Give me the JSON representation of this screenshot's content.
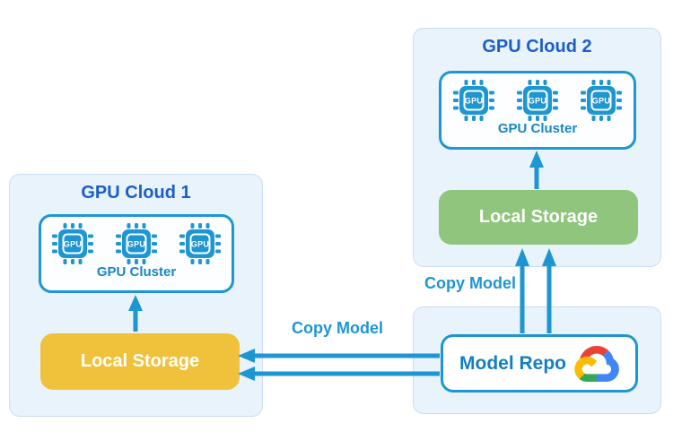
{
  "diagram": {
    "clouds": [
      {
        "title": "GPU Cloud 1",
        "cluster": {
          "label": "GPU Cluster",
          "gpu_count": 3
        },
        "storage": {
          "label": "Local Storage",
          "color": "#F0C23C"
        }
      },
      {
        "title": "GPU Cloud 2",
        "cluster": {
          "label": "GPU Cluster",
          "gpu_count": 3
        },
        "storage": {
          "label": "Local Storage",
          "color": "#8FC57C"
        }
      }
    ],
    "repo": {
      "label": "Model Repo",
      "icon": "google-cloud-logo"
    },
    "chip_label": "GPU",
    "edges": [
      {
        "from": "local-storage-1",
        "to": "gpu-cluster-1",
        "label": "",
        "lines": 1
      },
      {
        "from": "local-storage-2",
        "to": "gpu-cluster-2",
        "label": "",
        "lines": 1
      },
      {
        "from": "model-repo",
        "to": "local-storage-2",
        "label": "Copy Model",
        "lines": 2
      },
      {
        "from": "model-repo",
        "to": "local-storage-1",
        "label": "Copy Model",
        "lines": 2
      }
    ],
    "colors": {
      "arrow_blue": "#1E96D2",
      "title_blue": "#1C5EC9",
      "container_fill": "#E9F3FC",
      "container_border": "#C9DDF4",
      "storage_yellow": "#F0C23C",
      "storage_green": "#8FC57C",
      "label_blue": "#1786C5",
      "repo_text_blue": "#137FC0",
      "gcp_red": "#EA4335",
      "gcp_blue": "#4285F4",
      "gcp_green": "#34A853",
      "gcp_yellow": "#FBBC05"
    }
  }
}
